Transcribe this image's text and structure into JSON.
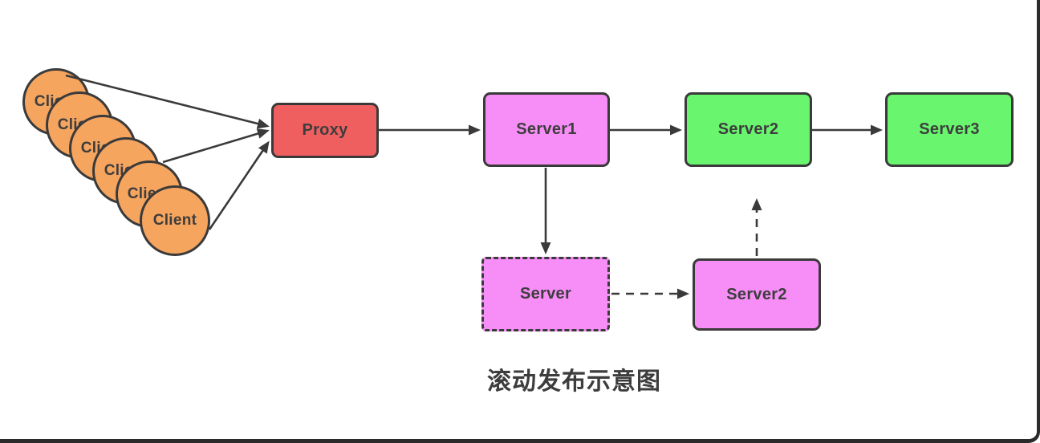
{
  "caption": "滚动发布示意图",
  "clients": {
    "label": "Client",
    "count": 6
  },
  "nodes": {
    "proxy": {
      "label": "Proxy",
      "fill": "#F05F5F",
      "border": "solid"
    },
    "server1": {
      "label": "Server1",
      "fill": "#F78EF7",
      "border": "solid"
    },
    "server2": {
      "label": "Server2",
      "fill": "#69F56E",
      "border": "solid"
    },
    "server3": {
      "label": "Server3",
      "fill": "#69F56E",
      "border": "solid"
    },
    "server_new": {
      "label": "Server",
      "fill": "#F78EF7",
      "border": "dashed"
    },
    "server2_standby": {
      "label": "Server2",
      "fill": "#F78EF7",
      "border": "solid"
    }
  },
  "edges": [
    {
      "from": "client-1",
      "to": "proxy",
      "style": "solid"
    },
    {
      "from": "client-4",
      "to": "proxy",
      "style": "solid"
    },
    {
      "from": "client-6",
      "to": "proxy",
      "style": "solid"
    },
    {
      "from": "proxy",
      "to": "server1",
      "style": "solid"
    },
    {
      "from": "server1",
      "to": "server2",
      "style": "solid"
    },
    {
      "from": "server2",
      "to": "server3",
      "style": "solid"
    },
    {
      "from": "server1",
      "to": "server_new",
      "style": "solid"
    },
    {
      "from": "server_new",
      "to": "server2_standby",
      "style": "dashed"
    },
    {
      "from": "server2_standby",
      "to": "server2",
      "style": "dashed"
    }
  ],
  "colors": {
    "bg": "#ffffff",
    "client": "#F6A55F",
    "proxy": "#F05F5F",
    "pink": "#F78EF7",
    "green": "#69F56E",
    "stroke": "#3A3A3A",
    "text": "#3D3D3D",
    "frame": "#2B2B2B"
  }
}
